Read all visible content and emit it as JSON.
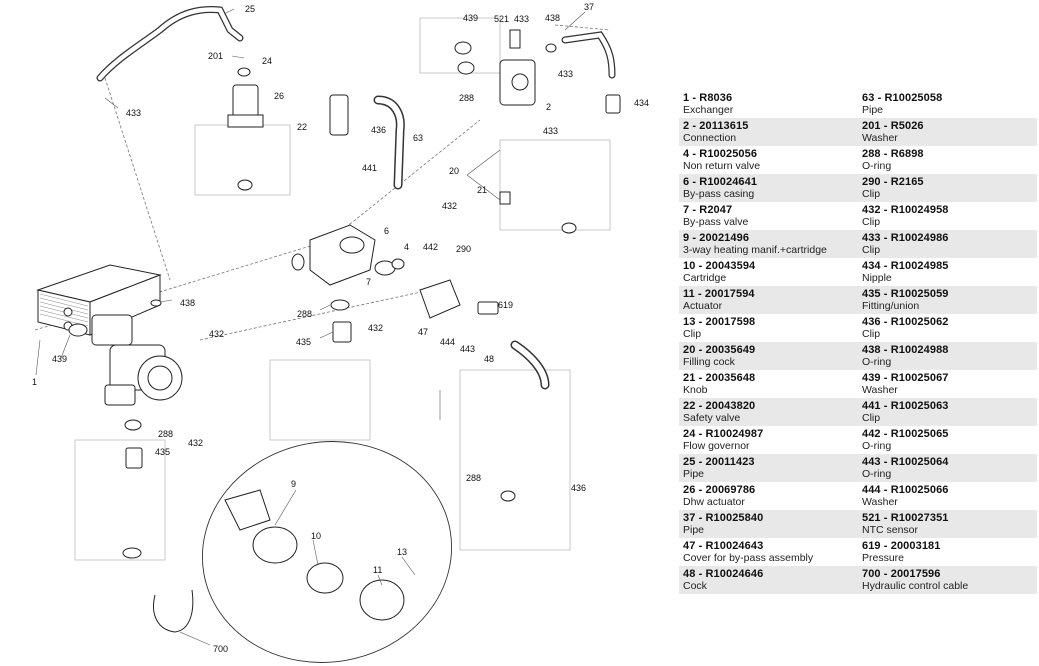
{
  "callouts": {
    "c1": "1",
    "c4": "4",
    "c6": "6",
    "c7": "7",
    "c9": "9",
    "c10": "10",
    "c11": "11",
    "c13": "13",
    "c20": "20",
    "c21": "21",
    "c22": "22",
    "c24": "24",
    "c25": "25",
    "c26": "26",
    "c37": "37",
    "c47": "47",
    "c48": "48",
    "c63": "63",
    "c201": "201",
    "c288a": "288",
    "c288b": "288",
    "c288c": "288",
    "c288d": "288",
    "c290": "290",
    "c432a": "432",
    "c432b": "432",
    "c432c": "432",
    "c432d": "432",
    "c433a": "433",
    "c433b": "433",
    "c433c": "433",
    "c433d": "433",
    "c434": "434",
    "c435a": "435",
    "c435b": "435",
    "c436a": "436",
    "c436b": "436",
    "c438a": "438",
    "c438b": "438",
    "c439a": "439",
    "c439b": "439",
    "c441": "441",
    "c442": "442",
    "c443": "443",
    "c444": "444",
    "c521": "521",
    "c619": "619",
    "c700": "700",
    "c2": "2"
  },
  "parts": [
    [
      {
        "code": "1   - R8036",
        "desc": "Exchanger"
      },
      {
        "code": "63   - R10025058",
        "desc": "Pipe"
      }
    ],
    [
      {
        "code": "2   - 20113615",
        "desc": "Connection"
      },
      {
        "code": "201   - R5026",
        "desc": "Washer"
      }
    ],
    [
      {
        "code": "4   - R10025056",
        "desc": "Non return valve"
      },
      {
        "code": "288   - R6898",
        "desc": "O-ring"
      }
    ],
    [
      {
        "code": "6   - R10024641",
        "desc": "By-pass casing"
      },
      {
        "code": "290   - R2165",
        "desc": "Clip"
      }
    ],
    [
      {
        "code": "7   - R2047",
        "desc": "By-pass valve"
      },
      {
        "code": "432   - R10024958",
        "desc": "Clip"
      }
    ],
    [
      {
        "code": "9   - 20021496",
        "desc": "3-way heating manif.+cartridge"
      },
      {
        "code": "433   - R10024986",
        "desc": "Clip"
      }
    ],
    [
      {
        "code": "10   - 20043594",
        "desc": "Cartridge"
      },
      {
        "code": "434   - R10024985",
        "desc": "Nipple"
      }
    ],
    [
      {
        "code": "11   - 20017594",
        "desc": "Actuator"
      },
      {
        "code": "435   - R10025059",
        "desc": "Fitting/union"
      }
    ],
    [
      {
        "code": "13   - 20017598",
        "desc": "Clip"
      },
      {
        "code": "436   - R10025062",
        "desc": "Clip"
      }
    ],
    [
      {
        "code": "20   - 20035649",
        "desc": "Filling cock"
      },
      {
        "code": "438   - R10024988",
        "desc": "O-ring"
      }
    ],
    [
      {
        "code": "21   - 20035648",
        "desc": "Knob"
      },
      {
        "code": "439   - R10025067",
        "desc": "Washer"
      }
    ],
    [
      {
        "code": "22   - 20043820",
        "desc": "Safety valve"
      },
      {
        "code": "441   - R10025063",
        "desc": "Clip"
      }
    ],
    [
      {
        "code": "24   - R10024987",
        "desc": "Flow governor"
      },
      {
        "code": "442   - R10025065",
        "desc": "O-ring"
      }
    ],
    [
      {
        "code": "25   - 20011423",
        "desc": "Pipe"
      },
      {
        "code": "443   - R10025064",
        "desc": "O-ring"
      }
    ],
    [
      {
        "code": "26   - 20069786",
        "desc": "Dhw actuator"
      },
      {
        "code": "444   - R10025066",
        "desc": "Washer"
      }
    ],
    [
      {
        "code": "37   - R10025840",
        "desc": "Pipe"
      },
      {
        "code": "521   - R10027351",
        "desc": "NTC sensor"
      }
    ],
    [
      {
        "code": "47   - R10024643",
        "desc": "Cover for by-pass assembly"
      },
      {
        "code": "619   - 20003181",
        "desc": "Pressure"
      }
    ],
    [
      {
        "code": "48   - R10024646",
        "desc": "Cock"
      },
      {
        "code": "700   - 20017596",
        "desc": "Hydraulic control cable"
      }
    ]
  ]
}
